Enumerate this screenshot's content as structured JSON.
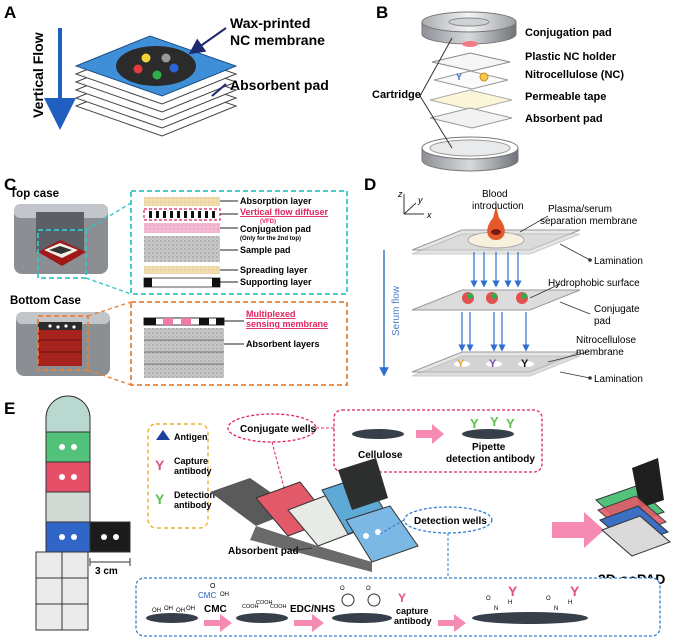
{
  "panels": {
    "a": {
      "letter": "A",
      "flow_label": "Vertical Flow",
      "label_membrane_1": "Wax-printed",
      "label_membrane_2": "NC membrane",
      "label_pad": "Absorbent pad",
      "colors": {
        "membrane": "#3f8fd8",
        "spot_yellow": "#f2d33a",
        "spot_red": "#e23b3b",
        "spot_green": "#2fae4a",
        "spot_blue": "#2a64d6"
      }
    },
    "b": {
      "letter": "B",
      "cartridge": "Cartridge",
      "layers": [
        "Conjugation pad",
        "Plastic NC holder",
        "Nitrocellulose (NC)",
        "Permeable tape",
        "Absorbent pad"
      ]
    },
    "c": {
      "letter": "C",
      "top_case": "Top case",
      "bottom_case": "Bottom Case",
      "absorption_layer": "Absorption layer",
      "vfd_1": "Vertical flow diffuser",
      "vfd_2": "(VFD)",
      "conj_pad": "Conjugation pad",
      "conj_pad_note": "(Only for the 2nd top)",
      "sample_pad": "Sample pad",
      "spreading_layer": "Spreading layer",
      "supporting_layer": "Supporting layer",
      "multiplexed_1": "Multiplexed",
      "multiplexed_2": "sensing membrane",
      "absorbent_layers": "Absorbent layers"
    },
    "d": {
      "letter": "D",
      "axis_z": "z",
      "axis_y": "y",
      "axis_x": "x",
      "blood_1": "Blood",
      "blood_2": "introduction",
      "plasma_1": "Plasma/serum",
      "plasma_2": "separation membrane",
      "lamination_top": "Lamination",
      "hydrophobic": "Hydrophobic surface",
      "conjugate_1": "Conjugate",
      "conjugate_2": "pad",
      "nc_1": "Nitrocellulose",
      "nc_2": "membrane",
      "lamination_bottom": "Lamination",
      "serum_flow": "Serum flow"
    },
    "e": {
      "letter": "E",
      "scale": "3 cm",
      "legend": [
        "Antigen",
        "Capture antibody",
        "Detection antibody"
      ],
      "legend_2": [
        "",
        "antibody",
        "antibody"
      ],
      "legend_1": [
        "Antigen",
        "Capture",
        "Detection"
      ],
      "conjugate_wells": "Conjugate wells",
      "cellulose": "Cellulose",
      "pipette_1": "Pipette",
      "pipette_2": "detection antibody",
      "detection_wells": "Detection wells",
      "absorbent_pad": "Absorbent pad",
      "cmc": "CMC",
      "edc": "EDC/NHS",
      "capture_1": "capture",
      "capture_2": "antibody",
      "soPAD": "3D-soPAD"
    }
  }
}
